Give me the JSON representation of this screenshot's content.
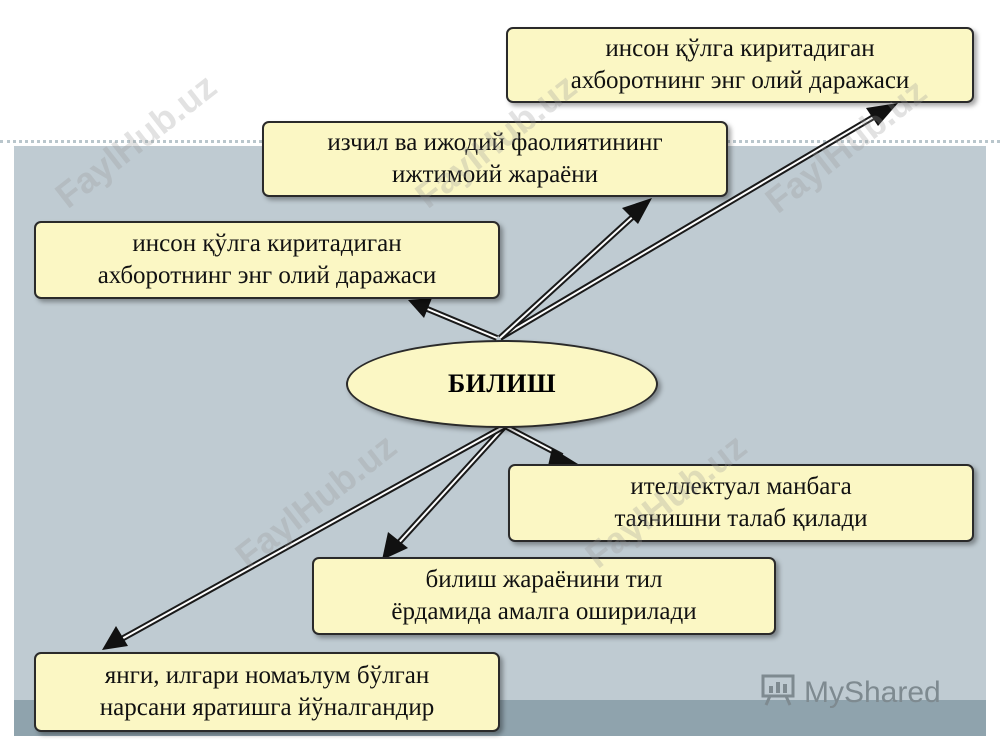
{
  "center_node": {
    "label": "БИЛИШ"
  },
  "boxes": {
    "top_right": {
      "line1": "инсон қўлга киритадиган",
      "line2": "ахборотнинг энг олий даражаси"
    },
    "top_middle": {
      "line1": "изчил ва ижодий фаолиятининг",
      "line2": "ижтимоий жараёни"
    },
    "left_upper": {
      "line1": "инсон қўлга киритадиган",
      "line2": "ахборотнинг энг олий даражаси"
    },
    "right_lower": {
      "line1": "ителлектуал манбага",
      "line2": "таянишни талаб қилади"
    },
    "middle_lower": {
      "line1": "билиш жараёнини тил",
      "line2": "ёрдамида амалга оширилади"
    },
    "bottom_left": {
      "line1": "янги, илгари номаълум бўлган",
      "line2": "нарсани яратишга йўналгандир"
    }
  },
  "watermark": {
    "text": "FaylHub.uz"
  },
  "logo": {
    "text": "MyShared"
  }
}
